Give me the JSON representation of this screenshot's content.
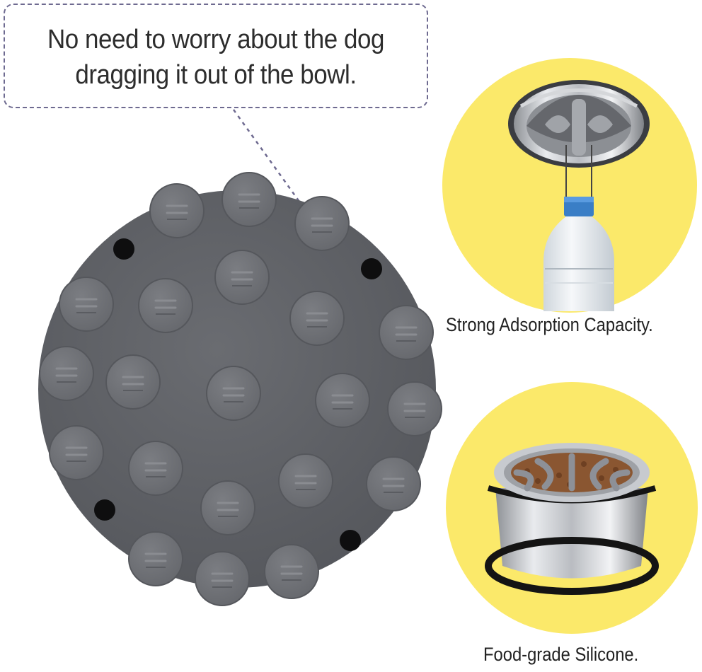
{
  "callout": {
    "line1": "No need to worry about the dog",
    "line2": "dragging it out of the bowl."
  },
  "features": [
    {
      "caption": "Strong Adsorption Capacity.",
      "icon": "suction-bowl-lifting-bottle"
    },
    {
      "caption": "Food-grade Silicone.",
      "icon": "slow-feeder-bowl-with-kibble"
    }
  ],
  "colors": {
    "mat": "#5f6166",
    "cup": "#6f7176",
    "accent_yellow": "#fbe96a",
    "callout_border": "#6e6a90",
    "pointer_dot": "#8a6ee0"
  }
}
